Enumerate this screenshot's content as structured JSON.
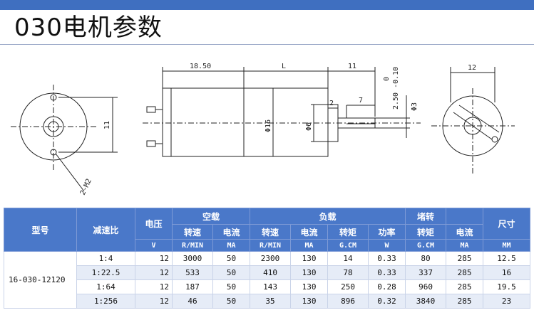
{
  "title": "030电机参数",
  "drawing": {
    "dim_length_left": "18.50",
    "dim_length_mid": "L",
    "dim_shaft_len": "11",
    "dim_tolerance_top": "0",
    "dim_tolerance": "2.50 -0.10",
    "dim_shaft_dia": "Φ3",
    "dim_small_2": "2",
    "dim_small_7": "7",
    "dim_body_dia": "Φ16",
    "dim_boss_dia": "Φ6",
    "dim_front_h": "11",
    "dim_thread": "2-M2",
    "dim_right_w": "12"
  },
  "table": {
    "headers": {
      "model": "型号",
      "ratio": "减速比",
      "voltage": "电压",
      "voltage_unit": "V",
      "no_load": "空载",
      "load": "负载",
      "stall": "堵转",
      "size": "尺寸",
      "speed": "转速",
      "current": "电流",
      "torque": "转矩",
      "power": "功率",
      "unit_rpm": "R/MIN",
      "unit_ma": "MA",
      "unit_gcm": "G.CM",
      "unit_w": "W",
      "unit_mm": "MM"
    },
    "model": "16-030-12120",
    "rows": [
      {
        "ratio": "1:4",
        "voltage": "12",
        "nl_speed": "3000",
        "nl_current": "50",
        "l_speed": "2300",
        "l_current": "130",
        "l_torque": "14",
        "l_power": "0.33",
        "s_torque": "80",
        "s_current": "285",
        "size": "12.5"
      },
      {
        "ratio": "1:22.5",
        "voltage": "12",
        "nl_speed": "533",
        "nl_current": "50",
        "l_speed": "410",
        "l_current": "130",
        "l_torque": "78",
        "l_power": "0.33",
        "s_torque": "337",
        "s_current": "285",
        "size": "16"
      },
      {
        "ratio": "1:64",
        "voltage": "12",
        "nl_speed": "187",
        "nl_current": "50",
        "l_speed": "143",
        "l_current": "130",
        "l_torque": "250",
        "l_power": "0.28",
        "s_torque": "960",
        "s_current": "285",
        "size": "19.5"
      },
      {
        "ratio": "1:256",
        "voltage": "12",
        "nl_speed": "46",
        "nl_current": "50",
        "l_speed": "35",
        "l_current": "130",
        "l_torque": "896",
        "l_power": "0.32",
        "s_torque": "3840",
        "s_current": "285",
        "size": "23"
      }
    ]
  }
}
